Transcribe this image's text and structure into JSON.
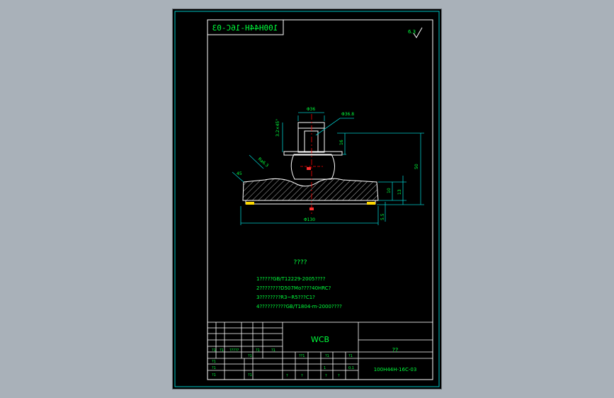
{
  "drawing": {
    "part_number_mirrored": "100H44H-16C-03",
    "roughness_corner": "6.3",
    "material": "WCB",
    "title_cell": "??",
    "drawing_number": "100H44H-16C-03",
    "notes_title": "????",
    "notes": [
      "1?????GB/T12229-2005????",
      "2????????D507Mo????40HRC?",
      "3????????R3~R5???C1?",
      "4??????????GB/T1804-m-2000????"
    ],
    "dimensions": {
      "top_width": "Φ36",
      "top_height": "3.2×45°",
      "neck_depth": "16",
      "total_height": "50",
      "flange_thk": "10",
      "right_small": "13",
      "bottom_width": "Φ130",
      "bottom_thk": "5.5",
      "left_angle": "45",
      "left_note": "Ra6.3",
      "callout": "Φ36.8"
    },
    "title_block": {
      "row1": [
        "?1",
        "?1",
        "?????",
        "?1",
        "?1"
      ],
      "row2": [
        "?1",
        "?1",
        "?1"
      ],
      "row3": [
        "?1",
        "?1"
      ],
      "mid_labels": [
        "??1",
        "?1",
        "?1"
      ],
      "scale": "1",
      "weight": "0.1",
      "sheets": [
        "?",
        "?",
        "?",
        "?"
      ]
    }
  },
  "colors": {
    "frame": "#00c8c8",
    "line": "#ffffff",
    "text": "#00ff3c",
    "dimension": "#00c8c8",
    "hatch": "#ffffff",
    "center": "#ff0000",
    "accent": "#ffd800"
  }
}
